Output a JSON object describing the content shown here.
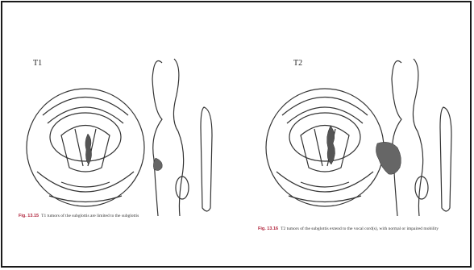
{
  "figures": [
    {
      "stage": "T1",
      "fig_number": "Fig. 13.15",
      "caption": "T1 tumors of the subglottis are limited to the subglottis"
    },
    {
      "stage": "T2",
      "fig_number": "Fig. 13.16",
      "caption": "T2 tumors of the subglottis extend to the vocal cord(s), with normal or impaired mobility"
    }
  ],
  "colors": {
    "caption_accent": "#b0243c",
    "line": "#333333",
    "tumor": "#555555"
  }
}
